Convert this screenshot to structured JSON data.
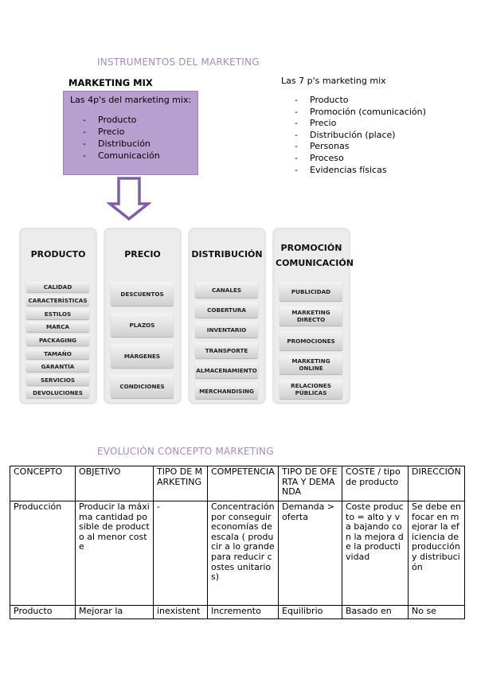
{
  "headings": {
    "instruments": "INSTRUMENTOS DEL MARKETING",
    "evolution": "EVOLUCIÓN CONCEPTO MARKETING"
  },
  "marketing_mix": {
    "title": "MARKETING MIX",
    "intro": "Las 4p's del marketing mix:",
    "items": [
      "Producto",
      "Precio",
      "Distribución",
      "Comunicación"
    ]
  },
  "seven_ps": {
    "title": "Las 7 p's marketing mix",
    "items": [
      "Producto",
      "Promoción (comunicación)",
      "Precio",
      "Distribución (place)",
      "Personas",
      "Proceso",
      "Evidencias físicas"
    ]
  },
  "cards": [
    {
      "title": "PRODUCTO",
      "items": [
        "CALIDAD",
        "CARACTERÍSTICAS",
        "ESTILOS",
        "MARCA",
        "PACKAGING",
        "TAMAÑO",
        "GARANTÍA",
        "SERVICIOS",
        "DEVOLUCIONES"
      ]
    },
    {
      "title": "PRECIO",
      "items": [
        "DESCUENTOS",
        "PLAZOS",
        "MÁRGENES",
        "CONDICIONES"
      ]
    },
    {
      "title": "DISTRIBUCIÓN",
      "items": [
        "CANALES",
        "COBERTURA",
        "INVENTARIO",
        "TRANSPORTE",
        "ALMACENAMIENTO",
        "MERCHANDISING"
      ]
    },
    {
      "title": "PROMOCIÓN COMUNICACIÓN",
      "items": [
        "PUBLICIDAD",
        "MARKETING DIRECTO",
        "PROMOCIONES",
        "MARKETING ONLINE",
        "RELACIONES PÚBLICAS"
      ]
    }
  ],
  "table": {
    "headers": [
      "CONCEPTO",
      "OBJETIVO",
      "TIPO DE MARKETING",
      "COMPETENCIA",
      "TIPO DE OFERTA Y DEMANDA",
      "COSTE / tipo de producto",
      "DIRECCIÓN"
    ],
    "rows": [
      [
        "Producción",
        "Producir la máxima cantidad posible de producto al menor coste",
        "-",
        "Concentración por conseguir economías de escala ( producir a lo grande para reducir costes unitarios)",
        "Demanda > oferta",
        "Coste producto = alto y va bajando con la mejora de la productividad",
        "Se debe enfocar en mejorar la eficiencia de producción y distribución"
      ],
      [
        "Producto",
        "Mejorar la",
        "inexistent",
        "Incremento",
        "Equilibrio",
        "Basado en",
        "No se"
      ]
    ]
  }
}
